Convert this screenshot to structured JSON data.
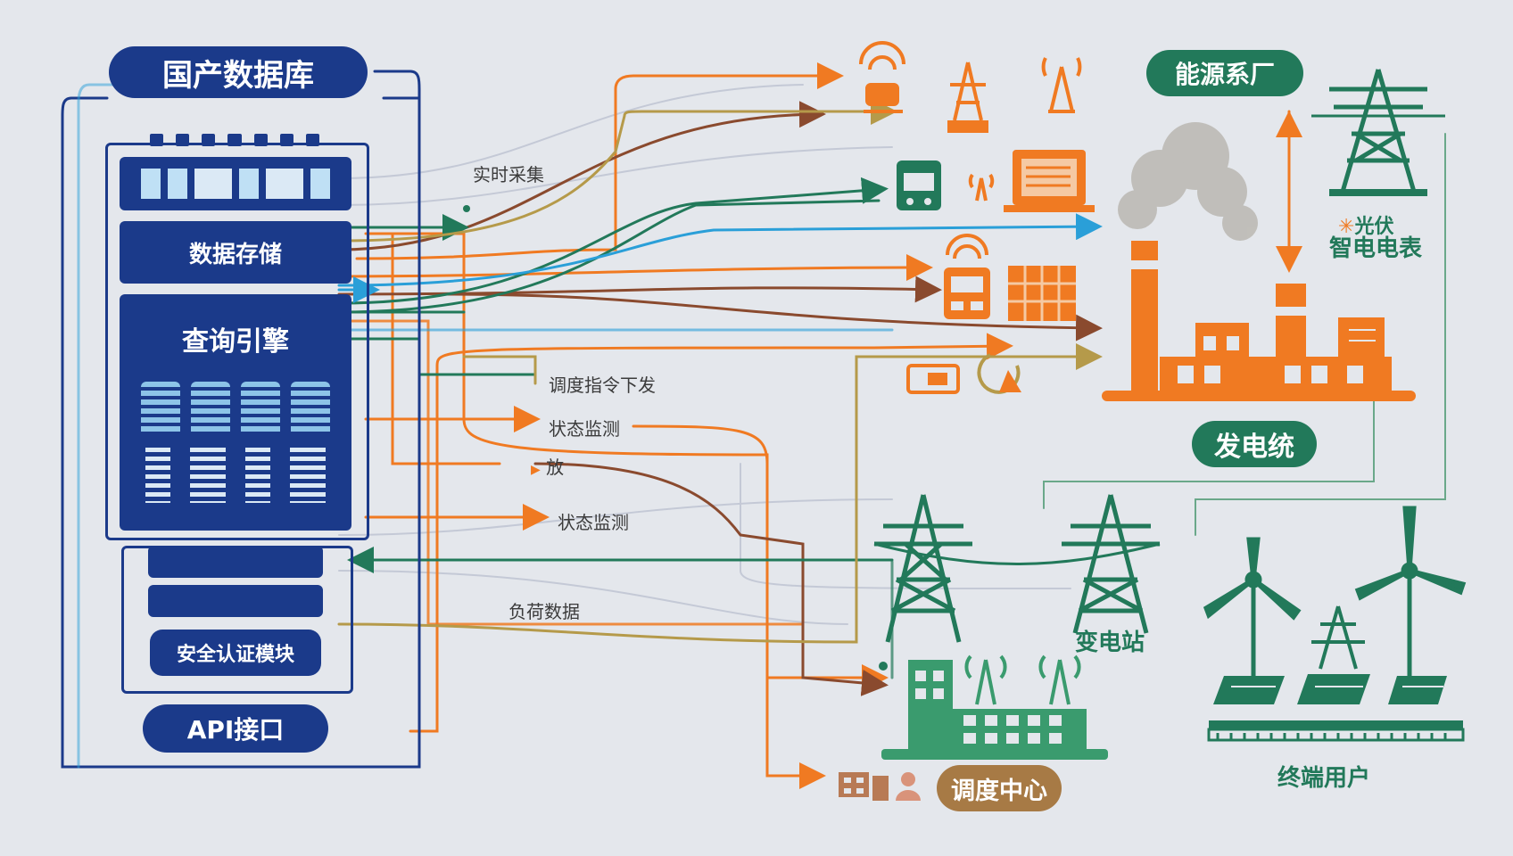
{
  "database": {
    "title": "国产数据库",
    "modules": {
      "storage": "数据存储",
      "query": "查询引擎",
      "security": "安全认证模块",
      "api": "API接口"
    }
  },
  "flows": {
    "realtime": "实时采集",
    "dispatch": "调度指令下发",
    "status1": "状态监测",
    "fang": "放",
    "status2": "状态监测",
    "load": "负荷数据"
  },
  "sites": {
    "energy_plant": "能源系厂",
    "pv_line1": "光伏",
    "smart_meter": "智电电表",
    "power_system": "发电统",
    "substation": "变电站",
    "dispatch_center": "调度中心",
    "end_users": "终端用户"
  },
  "colors": {
    "db_blue": "#1b3a8a",
    "green": "#22795a",
    "orange": "#f07a22",
    "brown": "#8a4a2e",
    "sky": "#2a9fd8",
    "olive": "#b59a4a"
  },
  "icons": [
    "antenna-icon",
    "tower-icon",
    "signal-icon",
    "terminal-icon",
    "laptop-icon",
    "meter-icon",
    "solar-panel-icon",
    "camera-icon",
    "pylon-icon",
    "factory-icon",
    "wind-turbine-icon",
    "building-icon",
    "person-icon"
  ]
}
